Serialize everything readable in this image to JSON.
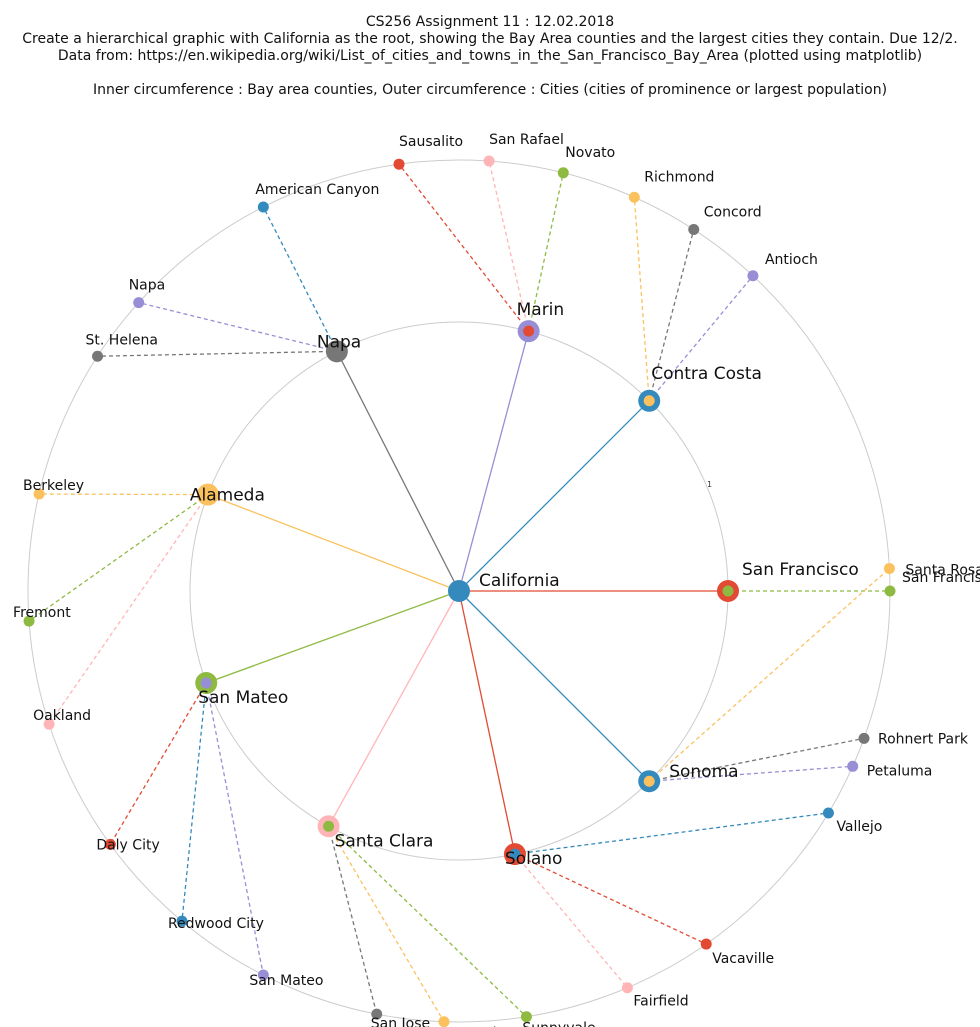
{
  "titles": {
    "line1": "CS256 Assignment 11  :  12.02.2018",
    "line2": "Create a hierarchical graphic with California as the root, showing the Bay Area counties and the largest cities they contain. Due 12/2.",
    "line3": "Data from: https://en.wikipedia.org/wiki/List_of_cities_and_towns_in_the_San_Francisco_Bay_Area (plotted using matplotlib)",
    "line4": "Inner circumference : Bay area counties, Outer circumference : Cities (cities of prominence or largest population)"
  },
  "chart_data": {
    "type": "polar-tree",
    "root": "California",
    "root_color": "#348abd",
    "radial_tick": "1",
    "grid": true,
    "counties": [
      {
        "name": "San Francisco",
        "angle": 0,
        "outer": "#e24a33",
        "inner": "#8eba42",
        "cities": [
          {
            "name": "San Francisco",
            "angle": 0,
            "color": "#8eba42"
          }
        ]
      },
      {
        "name": "Contra Costa",
        "angle": 45,
        "outer": "#348abd",
        "inner": "#fbc15e",
        "cities": [
          {
            "name": "Richmond",
            "angle": 66,
            "color": "#fbc15e"
          },
          {
            "name": "Concord",
            "angle": 57,
            "color": "#777777"
          },
          {
            "name": "Antioch",
            "angle": 47,
            "color": "#988ed5"
          }
        ]
      },
      {
        "name": "Marin",
        "angle": 75,
        "outer": "#988ed5",
        "inner": "#e24a33",
        "cities": [
          {
            "name": "Novato",
            "angle": 76,
            "color": "#8eba42"
          },
          {
            "name": "San Rafael",
            "angle": 86,
            "color": "#ffb5b8"
          },
          {
            "name": "Sausalito",
            "angle": 98,
            "color": "#e24a33"
          }
        ]
      },
      {
        "name": "Napa",
        "angle": 117,
        "outer": "#777777",
        "inner": "#777777",
        "cities": [
          {
            "name": "American Canyon",
            "angle": 117,
            "color": "#348abd"
          },
          {
            "name": "Napa",
            "angle": 138,
            "color": "#988ed5"
          },
          {
            "name": "St. Helena",
            "angle": 147,
            "color": "#777777"
          }
        ]
      },
      {
        "name": "Alameda",
        "angle": 159,
        "outer": "#fbc15e",
        "inner": "#fbc15e",
        "cities": [
          {
            "name": "Berkeley",
            "angle": 167,
            "color": "#fbc15e"
          },
          {
            "name": "Fremont",
            "angle": 184,
            "color": "#8eba42"
          },
          {
            "name": "Oakland",
            "angle": 198,
            "color": "#ffb5b8"
          }
        ]
      },
      {
        "name": "San Mateo",
        "angle": 200,
        "outer": "#8eba42",
        "inner": "#988ed5",
        "cities": [
          {
            "name": "Daly City",
            "angle": 216,
            "color": "#e24a33"
          },
          {
            "name": "Redwood City",
            "angle": 230,
            "color": "#348abd"
          },
          {
            "name": "San Mateo",
            "angle": 243,
            "color": "#988ed5"
          }
        ]
      },
      {
        "name": "Santa Clara",
        "angle": 241,
        "outer": "#ffb5b8",
        "inner": "#8eba42",
        "cities": [
          {
            "name": "San Jose",
            "angle": 259,
            "color": "#777777"
          },
          {
            "name": "Santa Clara",
            "angle": 268,
            "color": "#fbc15e"
          },
          {
            "name": "Sunnyvale",
            "angle": 279,
            "color": "#8eba42"
          }
        ]
      },
      {
        "name": "Solano",
        "angle": 282,
        "outer": "#e24a33",
        "inner": "#348abd",
        "cities": [
          {
            "name": "Vallejo",
            "angle": 329,
            "color": "#348abd"
          },
          {
            "name": "Vacaville",
            "angle": 305,
            "color": "#e24a33"
          },
          {
            "name": "Fairfield",
            "angle": 293,
            "color": "#ffb5b8"
          }
        ]
      },
      {
        "name": "Sonoma",
        "angle": 315,
        "outer": "#348abd",
        "inner": "#fbc15e",
        "cities": [
          {
            "name": "Santa Rosa",
            "angle": 3,
            "color": "#fbc15e"
          },
          {
            "name": "Rohnert Park",
            "angle": 340,
            "color": "#777777"
          },
          {
            "name": "Petaluma",
            "angle": 336,
            "color": "#988ed5"
          }
        ]
      }
    ]
  }
}
